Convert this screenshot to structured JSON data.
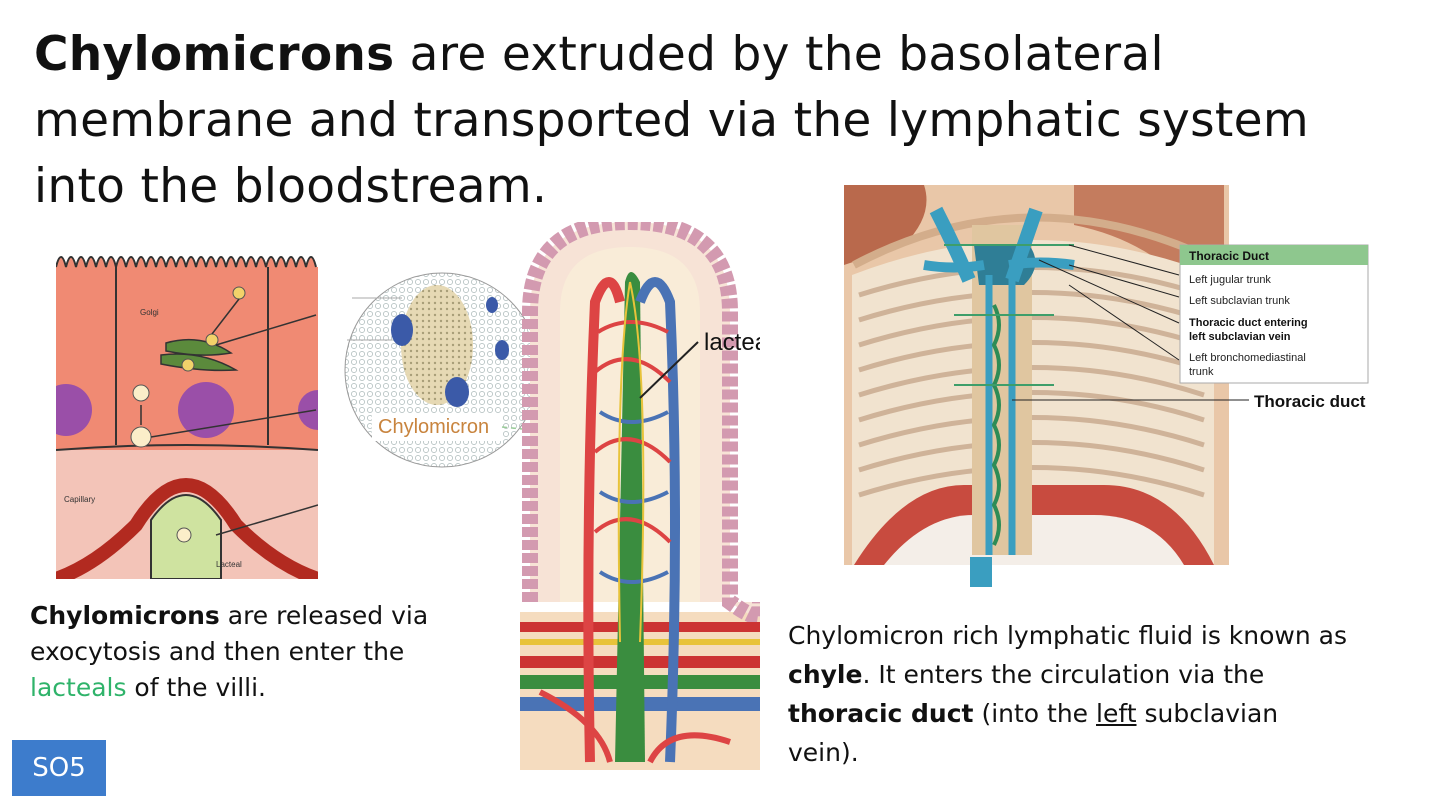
{
  "title": {
    "bold": "Chylomicrons",
    "rest": " are extruded by the basolateral membrane and transported via the lymphatic system into the bloodstream."
  },
  "fig1": {
    "golgi": "Golgi",
    "capillary": "Capillary",
    "lacteal": "Lacteal"
  },
  "fig2": {
    "chylomicron": "Chylomicron"
  },
  "fig3": {
    "lacteal": "lacteal"
  },
  "fig4": {
    "legend_title": "Thoracic Duct",
    "legend_items": [
      "Left jugular trunk",
      "Left subclavian trunk",
      "Thoracic duct entering",
      "left subclavian vein",
      "Left bronchomediastinal",
      "trunk"
    ],
    "duct_label": "Thoracic duct"
  },
  "caption_left": {
    "bold": "Chylomicrons",
    "t1": " are released via exocytosis and then enter the ",
    "green": "lacteals",
    "t2": " of the villi."
  },
  "caption_right": {
    "t1": "Chylomicron rich lymphatic fluid is known as ",
    "b1": "chyle",
    "t2": ". It enters the circulation via the ",
    "b2": "thoracic duct",
    "t3": " (into the ",
    "u": "left",
    "t4": " subclavian vein)."
  },
  "badge": "SO5"
}
